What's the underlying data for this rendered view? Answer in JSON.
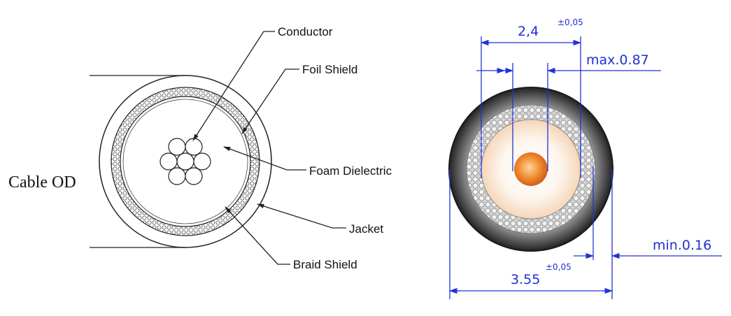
{
  "left_diagram": {
    "cable_od_label": "Cable OD",
    "callouts": {
      "conductor": "Conductor",
      "foil_shield": "Foil Shield",
      "foam_dielectric": "Foam Dielectric",
      "jacket": "Jacket",
      "braid_shield": "Braid Shield"
    }
  },
  "right_diagram": {
    "dim_inner_diameter": "2,4",
    "dim_inner_tolerance": "±0,05",
    "dim_braid": "max.0.87",
    "dim_jacket": "min.0.16",
    "dim_outer_diameter": "3.55",
    "dim_outer_tolerance": "±0,05",
    "colors": {
      "dimension": "#1f2fd6",
      "jacket": "#2a2a2a",
      "dielectric": "#fdf3e8",
      "conductor": "#e8781e"
    }
  }
}
